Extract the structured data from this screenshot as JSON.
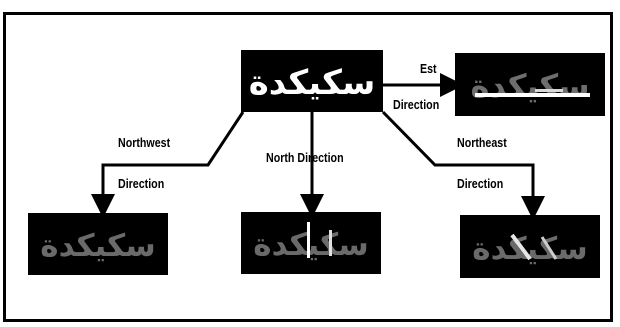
{
  "figure": {
    "directions": {
      "est": {
        "line1": "Est",
        "line2": "Direction"
      },
      "northwest": {
        "line1": "Northwest",
        "line2": "Direction"
      },
      "north": {
        "line1": "North Direction"
      },
      "northeast": {
        "line1": "Northeast",
        "line2": "Direction"
      }
    },
    "word_image": {
      "text": "سكيكدة"
    },
    "colors": {
      "panel_bg": "#000000",
      "glyph_bright": "#ffffff",
      "glyph_dim": "#7a7a7a",
      "highlight": "#ffffff"
    }
  }
}
